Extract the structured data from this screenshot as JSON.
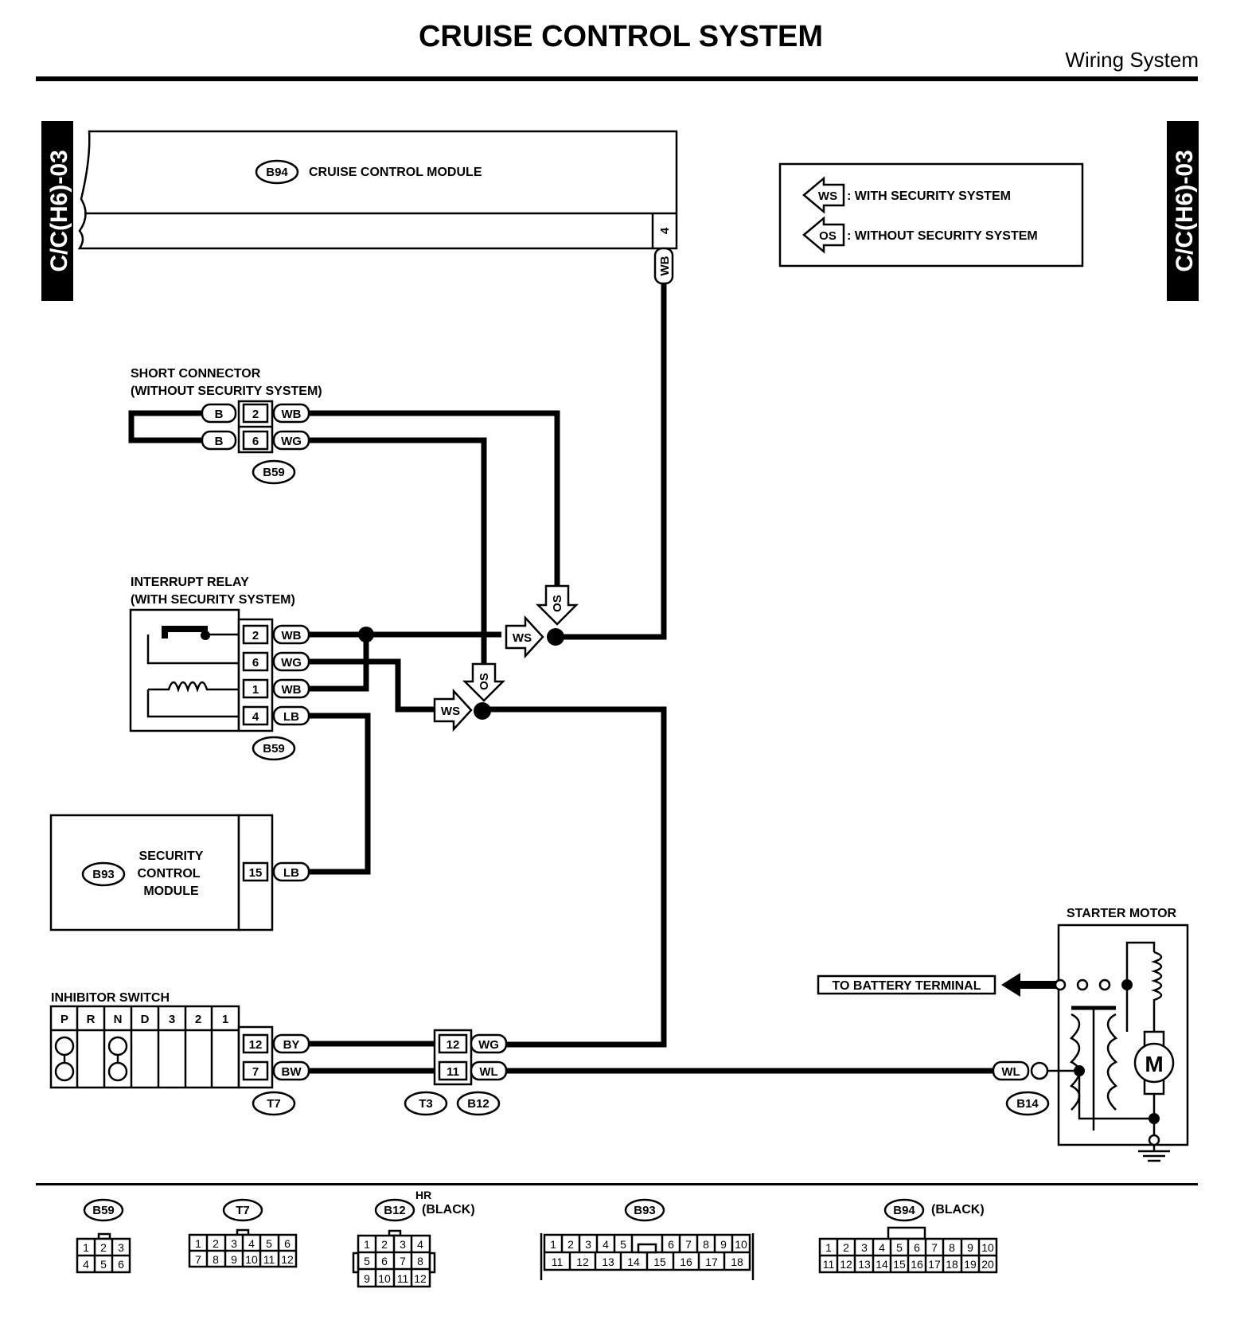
{
  "header": {
    "title": "CRUISE CONTROL SYSTEM",
    "section": "Wiring System",
    "side_tab": "C/C(H6)-03"
  },
  "legend": {
    "ws_tag": "WS",
    "ws_text": ": WITH SECURITY SYSTEM",
    "os_tag": "OS",
    "os_text": ": WITHOUT SECURITY SYSTEM"
  },
  "cruise_module": {
    "connector": "B94",
    "name": "CRUISE CONTROL MODULE",
    "pin": "4",
    "wire": "WB"
  },
  "short_connector": {
    "title1": "SHORT CONNECTOR",
    "title2": "(WITHOUT SECURITY SYSTEM)",
    "connector": "B59",
    "rows": [
      {
        "left": "B",
        "pin": "2",
        "wire": "WB"
      },
      {
        "left": "B",
        "pin": "6",
        "wire": "WG"
      }
    ]
  },
  "interrupt_relay": {
    "title1": "INTERRUPT RELAY",
    "title2": "(WITH SECURITY SYSTEM)",
    "connector": "B59",
    "rows": [
      {
        "pin": "2",
        "wire": "WB"
      },
      {
        "pin": "6",
        "wire": "WG"
      },
      {
        "pin": "1",
        "wire": "WB"
      },
      {
        "pin": "4",
        "wire": "LB"
      }
    ]
  },
  "security_module": {
    "connector": "B93",
    "line1": "SECURITY",
    "line2": "CONTROL",
    "line3": "MODULE",
    "pin": "15",
    "wire": "LB"
  },
  "junction_tags": {
    "ws": "WS",
    "os": "OS"
  },
  "inhibitor": {
    "title": "INHIBITOR SWITCH",
    "positions": [
      "P",
      "R",
      "N",
      "D",
      "3",
      "2",
      "1"
    ],
    "connector": "T7",
    "rows": [
      {
        "pin": "12",
        "wire": "BY"
      },
      {
        "pin": "7",
        "wire": "BW"
      }
    ]
  },
  "joint": {
    "connectors": [
      "T3",
      "B12"
    ],
    "rows": [
      {
        "pin": "12",
        "wire": "WG"
      },
      {
        "pin": "11",
        "wire": "WL"
      }
    ]
  },
  "starter": {
    "title": "STARTER MOTOR",
    "battery": "TO BATTERY TERMINAL",
    "connector": "B14",
    "wire": "WL",
    "motor": "M"
  },
  "connector_views": {
    "b59": {
      "name": "B59",
      "rows": [
        [
          "1",
          "2",
          "3"
        ],
        [
          "4",
          "5",
          "6"
        ]
      ]
    },
    "t7": {
      "name": "T7",
      "rows": [
        [
          "1",
          "2",
          "3",
          "4",
          "5",
          "6"
        ],
        [
          "7",
          "8",
          "9",
          "10",
          "11",
          "12"
        ]
      ]
    },
    "b12": {
      "name": "B12",
      "note_hr": "HR",
      "note_color": "(BLACK)",
      "rows": [
        [
          "1",
          "2",
          "3",
          "4"
        ],
        [
          "5",
          "6",
          "7",
          "8"
        ],
        [
          "9",
          "10",
          "11",
          "12"
        ]
      ]
    },
    "b93": {
      "name": "B93",
      "rows": [
        [
          "1",
          "2",
          "3",
          "4",
          "5",
          "6",
          "7",
          "8",
          "9",
          "10"
        ],
        [
          "11",
          "12",
          "13",
          "14",
          "15",
          "16",
          "17",
          "18"
        ]
      ]
    },
    "b94": {
      "name": "B94",
      "note_color": "(BLACK)",
      "rows": [
        [
          "1",
          "2",
          "3",
          "4",
          "5",
          "6",
          "7",
          "8",
          "9",
          "10"
        ],
        [
          "11",
          "12",
          "13",
          "14",
          "15",
          "16",
          "17",
          "18",
          "19",
          "20"
        ]
      ]
    }
  }
}
